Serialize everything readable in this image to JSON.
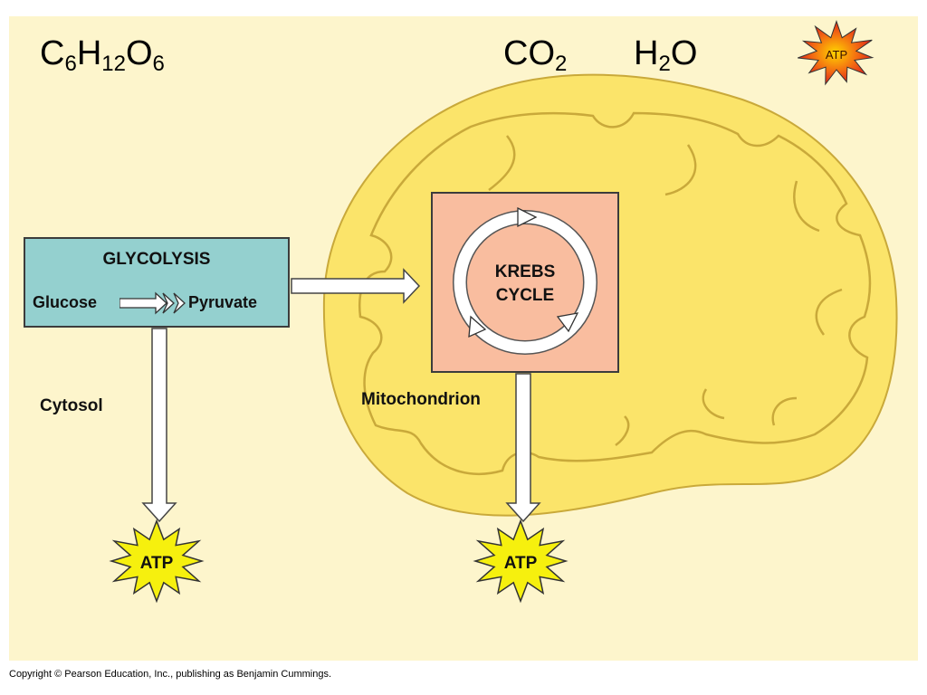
{
  "formulas": {
    "glucose": {
      "parts": [
        "C",
        "6",
        "H",
        "12",
        "O",
        "6"
      ]
    },
    "carbon_dioxide": {
      "parts": [
        "CO",
        "2"
      ]
    },
    "water": {
      "parts": [
        "H",
        "2",
        "O"
      ]
    }
  },
  "glycolysis": {
    "title": "GLYCOLYSIS",
    "input": "Glucose",
    "output": "Pyruvate"
  },
  "krebs": {
    "line1": "KREBS",
    "line2": "CYCLE"
  },
  "regions": {
    "cytosol": "Cytosol",
    "mitochondrion": "Mitochondrion"
  },
  "atp": {
    "top": "ATP",
    "glycolysis": "ATP",
    "krebs": "ATP"
  },
  "colors": {
    "background": "#fdf5cc",
    "mitochondrion_fill": "#fbe46a",
    "mitochondrion_outline": "#c9a93a",
    "glycolysis_box": "#94d0cf",
    "krebs_box": "#f9bd9f",
    "atp_burst": "#f6f00e",
    "atp_top_burst": "#e8231b"
  },
  "icons": {
    "atp_burst": "starburst-icon",
    "flow_arrow": "hollow-arrow-icon",
    "cycle_arrow": "circular-arrow-icon"
  },
  "footer": {
    "copyright": "Copyright © Pearson Education, Inc., publishing as Benjamin Cummings."
  }
}
